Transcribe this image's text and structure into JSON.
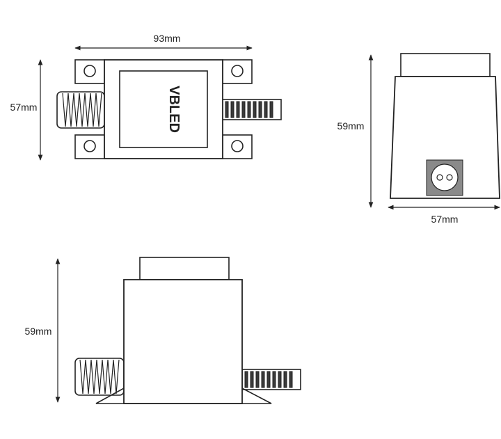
{
  "diagram": {
    "brand_label": "VBLED",
    "dimensions": {
      "top_view_width": "93mm",
      "top_view_height": "57mm",
      "side_view_height": "59mm",
      "side_view_width": "57mm",
      "front_view_height": "59mm"
    },
    "colors": {
      "line": "#222222",
      "socket_plate": "#8a8a8a",
      "background": "#ffffff"
    }
  }
}
